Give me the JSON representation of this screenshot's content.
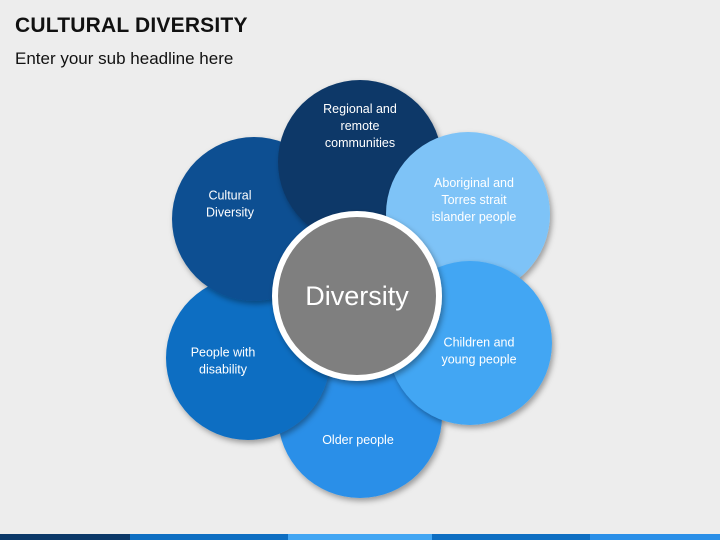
{
  "header": {
    "title": "CULTURAL DIVERSITY",
    "subtitle": "Enter your sub headline here"
  },
  "diagram": {
    "center": {
      "label": "Diversity",
      "color": "#7f7f7f"
    },
    "petals": [
      {
        "key": "regional",
        "lines": [
          "Regional and",
          "remote",
          "communities"
        ],
        "color": "#0b3868"
      },
      {
        "key": "cultural",
        "lines": [
          "Cultural",
          "Diversity"
        ],
        "color": "#0c5092"
      },
      {
        "key": "disability",
        "lines": [
          "People with",
          "disability"
        ],
        "color": "#0d6ec2"
      },
      {
        "key": "older",
        "lines": [
          "Older people"
        ],
        "color": "#2a8fe8"
      },
      {
        "key": "children",
        "lines": [
          "Children and",
          "young people"
        ],
        "color": "#42a6f3"
      },
      {
        "key": "aboriginal",
        "lines": [
          "Aboriginal and",
          "Torres strait",
          "islander people"
        ],
        "color": "#7ec3f7"
      }
    ]
  },
  "footer_colors": [
    "#0b3868",
    "#0d6ec2",
    "#42a6f3",
    "#0d6ec2",
    "#2a8fe8"
  ]
}
